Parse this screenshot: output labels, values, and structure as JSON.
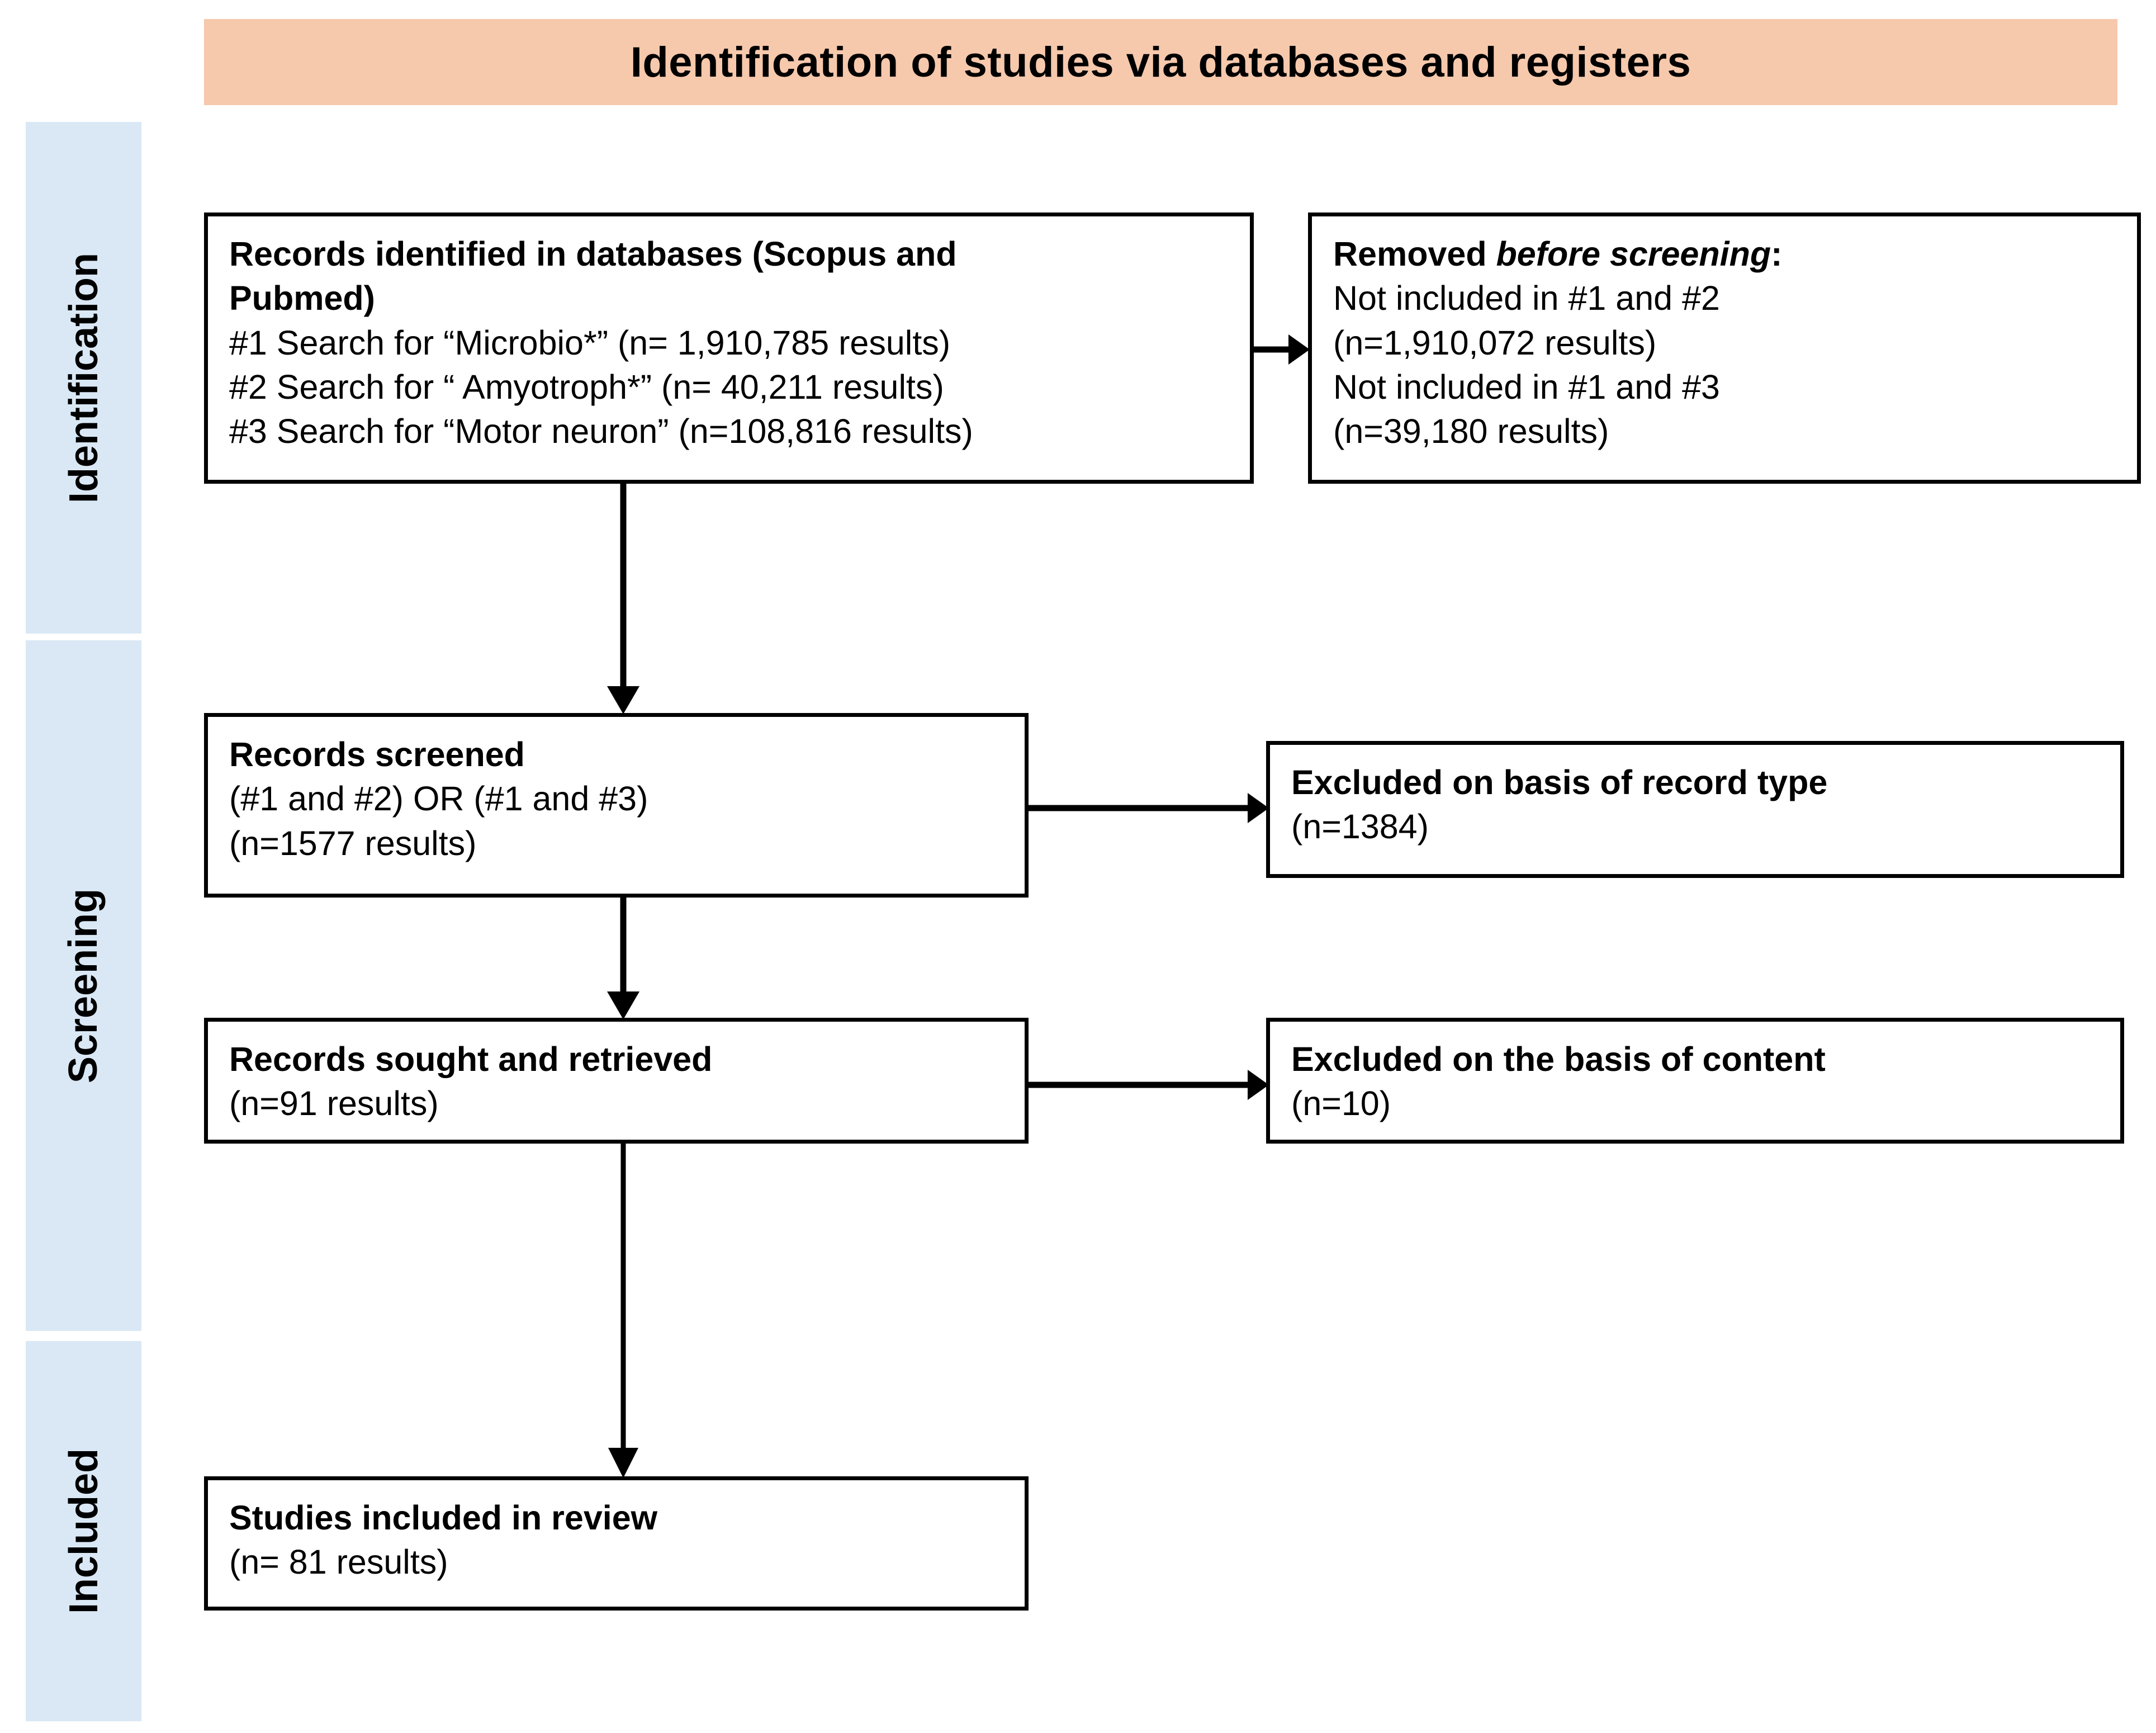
{
  "header": {
    "title": "Identification of studies via databases and registers",
    "background_color": "#f6c8ac"
  },
  "rails": {
    "background_color": "#dae8f5",
    "items": [
      {
        "id": "identification",
        "label": "Identification"
      },
      {
        "id": "screening",
        "label": "Screening"
      },
      {
        "id": "included",
        "label": "Included"
      }
    ]
  },
  "boxes": {
    "identified": {
      "title_line_1": "Records identified in databases (Scopus and",
      "title_line_2": "Pubmed)",
      "line_1": "#1 Search for “Microbio*” (n= 1,910,785 results)",
      "line_2": "#2 Search for “ Amyotroph*” (n= 40,211 results)",
      "line_3": "#3 Search for “Motor neuron” (n=108,816 results)"
    },
    "removed": {
      "title_prefix": "Removed ",
      "title_emphasis": "before screening",
      "title_suffix": ":",
      "line_1": "Not included in #1 and #2",
      "line_2": "(n=1,910,072 results)",
      "line_3": "Not included in #1 and #3",
      "line_4": "(n=39,180 results)"
    },
    "screened": {
      "title": "Records screened",
      "line_1": "(#1 and #2) OR (#1 and #3)",
      "line_2": "(n=1577 results)"
    },
    "excluded_record_type": {
      "title": "Excluded on basis of record type",
      "line_1": "(n=1384)"
    },
    "sought": {
      "title": "Records sought and retrieved",
      "line_1": "(n=91 results)"
    },
    "excluded_content": {
      "title": "Excluded on the basis of content",
      "line_1": "(n=10)"
    },
    "included": {
      "title": "Studies included in review",
      "line_1": "(n= 81 results)"
    }
  },
  "colors": {
    "header_fill": "#f6c8ac",
    "rail_fill": "#dae8f5",
    "stroke": "#000000",
    "page_background": "#ffffff"
  }
}
